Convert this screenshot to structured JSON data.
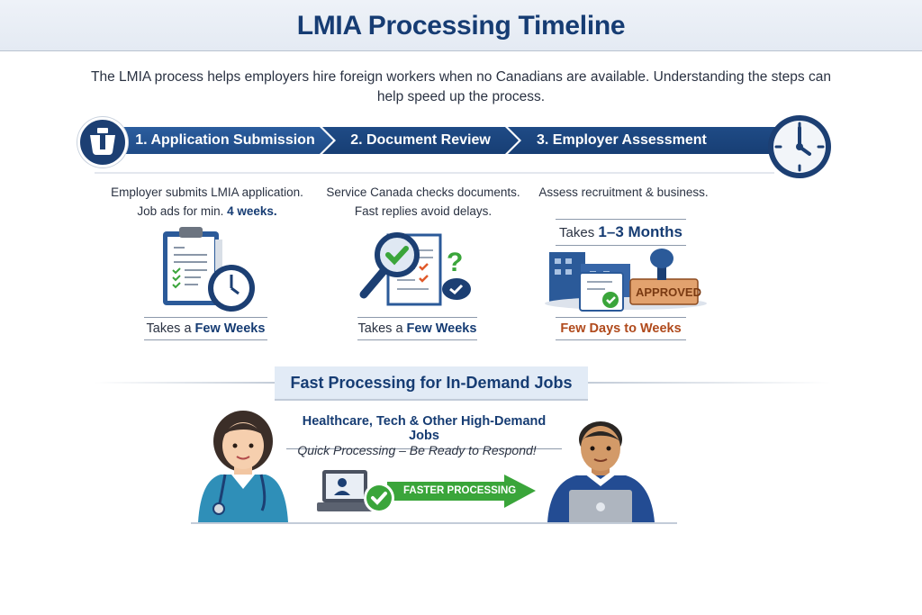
{
  "header": {
    "title": "LMIA Processing Timeline"
  },
  "intro": "The LMIA process helps employers hire foreign workers when no Canadians are available. Understanding the steps can help speed up the process.",
  "steps": [
    {
      "label": "1. Application Submission",
      "desc_line1": "Employer submits LMIA application.",
      "desc_line2_prefix": "Job ads for min. ",
      "desc_line2_bold": "4 weeks.",
      "icon": "clipboard-clock-icon",
      "takes_prefix": "Takes a ",
      "takes_bold": "Few Weeks"
    },
    {
      "label": "2. Document Review",
      "desc_line1": "Service Canada checks documents.",
      "desc_line2": "Fast replies avoid delays.",
      "icon": "magnifier-document-icon",
      "takes_prefix": "Takes a ",
      "takes_bold": "Few Weeks"
    },
    {
      "label": "3. Employer Assessment",
      "desc_line1": "Assess recruitment & business.",
      "takes_prefix": "Takes ",
      "takes_bold": "1–3 Months",
      "icon": "building-approved-stamp-icon",
      "stamp_text": "APPROVED",
      "footer": "Few Days to Weeks"
    }
  ],
  "fast": {
    "title": "Fast Processing for In-Demand Jobs",
    "jobs": "Healthcare, Tech & Other High-Demand Jobs",
    "quick": "Quick Processing – Be Ready to Respond!",
    "arrow_label": "FASTER PROCESSING"
  },
  "colors": {
    "navy": "#163c73",
    "banner": "#1f4b86",
    "orange": "#b04a1c",
    "green": "#3aa53a"
  }
}
